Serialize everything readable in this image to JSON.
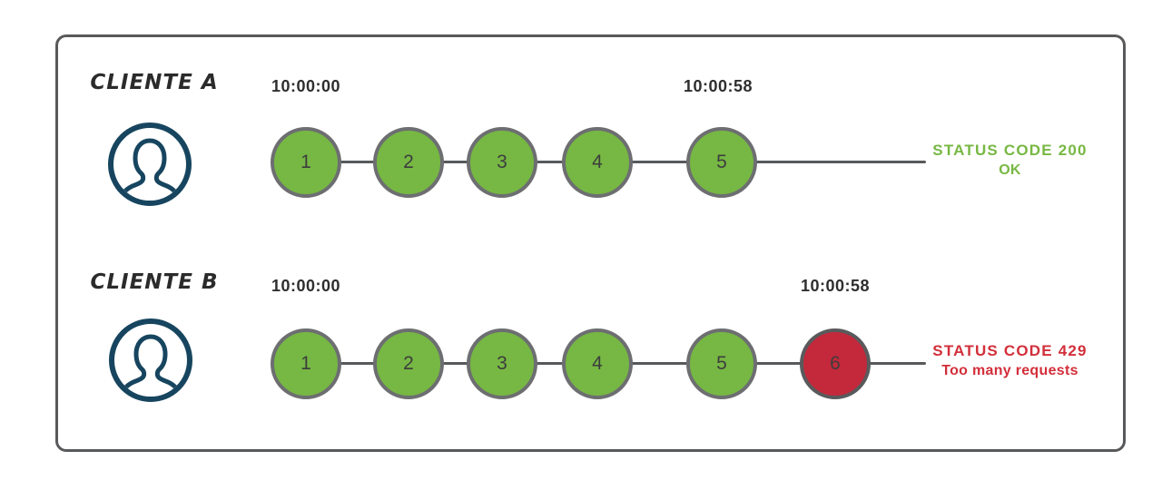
{
  "diagram": {
    "title_semantic": "rate-limit-clients-diagram",
    "rows": [
      {
        "client_label": "CLIENTE A",
        "avatar_icon": "user-icon",
        "start_time": "10:00:00",
        "end_time": "10:00:58",
        "requests": [
          {
            "label": "1",
            "state": "ok"
          },
          {
            "label": "2",
            "state": "ok"
          },
          {
            "label": "3",
            "state": "ok"
          },
          {
            "label": "4",
            "state": "ok"
          },
          {
            "label": "5",
            "state": "ok"
          }
        ],
        "status": {
          "line1": "STATUS CODE 200",
          "line2": "OK"
        }
      },
      {
        "client_label": "CLIENTE B",
        "avatar_icon": "user-icon",
        "start_time": "10:00:00",
        "end_time": "10:00:58",
        "requests": [
          {
            "label": "1",
            "state": "ok"
          },
          {
            "label": "2",
            "state": "ok"
          },
          {
            "label": "3",
            "state": "ok"
          },
          {
            "label": "4",
            "state": "ok"
          },
          {
            "label": "5",
            "state": "ok"
          },
          {
            "label": "6",
            "state": "limited"
          }
        ],
        "status": {
          "line1": "STATUS CODE 429",
          "line2": "Too many requests"
        }
      }
    ],
    "colors": {
      "ok_fill": "#76b843",
      "limited_fill": "#c4293b",
      "ok_text": "#77b843",
      "limited_text": "#d22f3a",
      "line": "#58595b",
      "circle_border": "#6d6e71",
      "frame_border": "#58595b",
      "avatar": "#17455f",
      "client_text": "#2b2b2b",
      "timestamp_text": "#2e2e2e",
      "number_text": "#3d3d3d"
    }
  }
}
